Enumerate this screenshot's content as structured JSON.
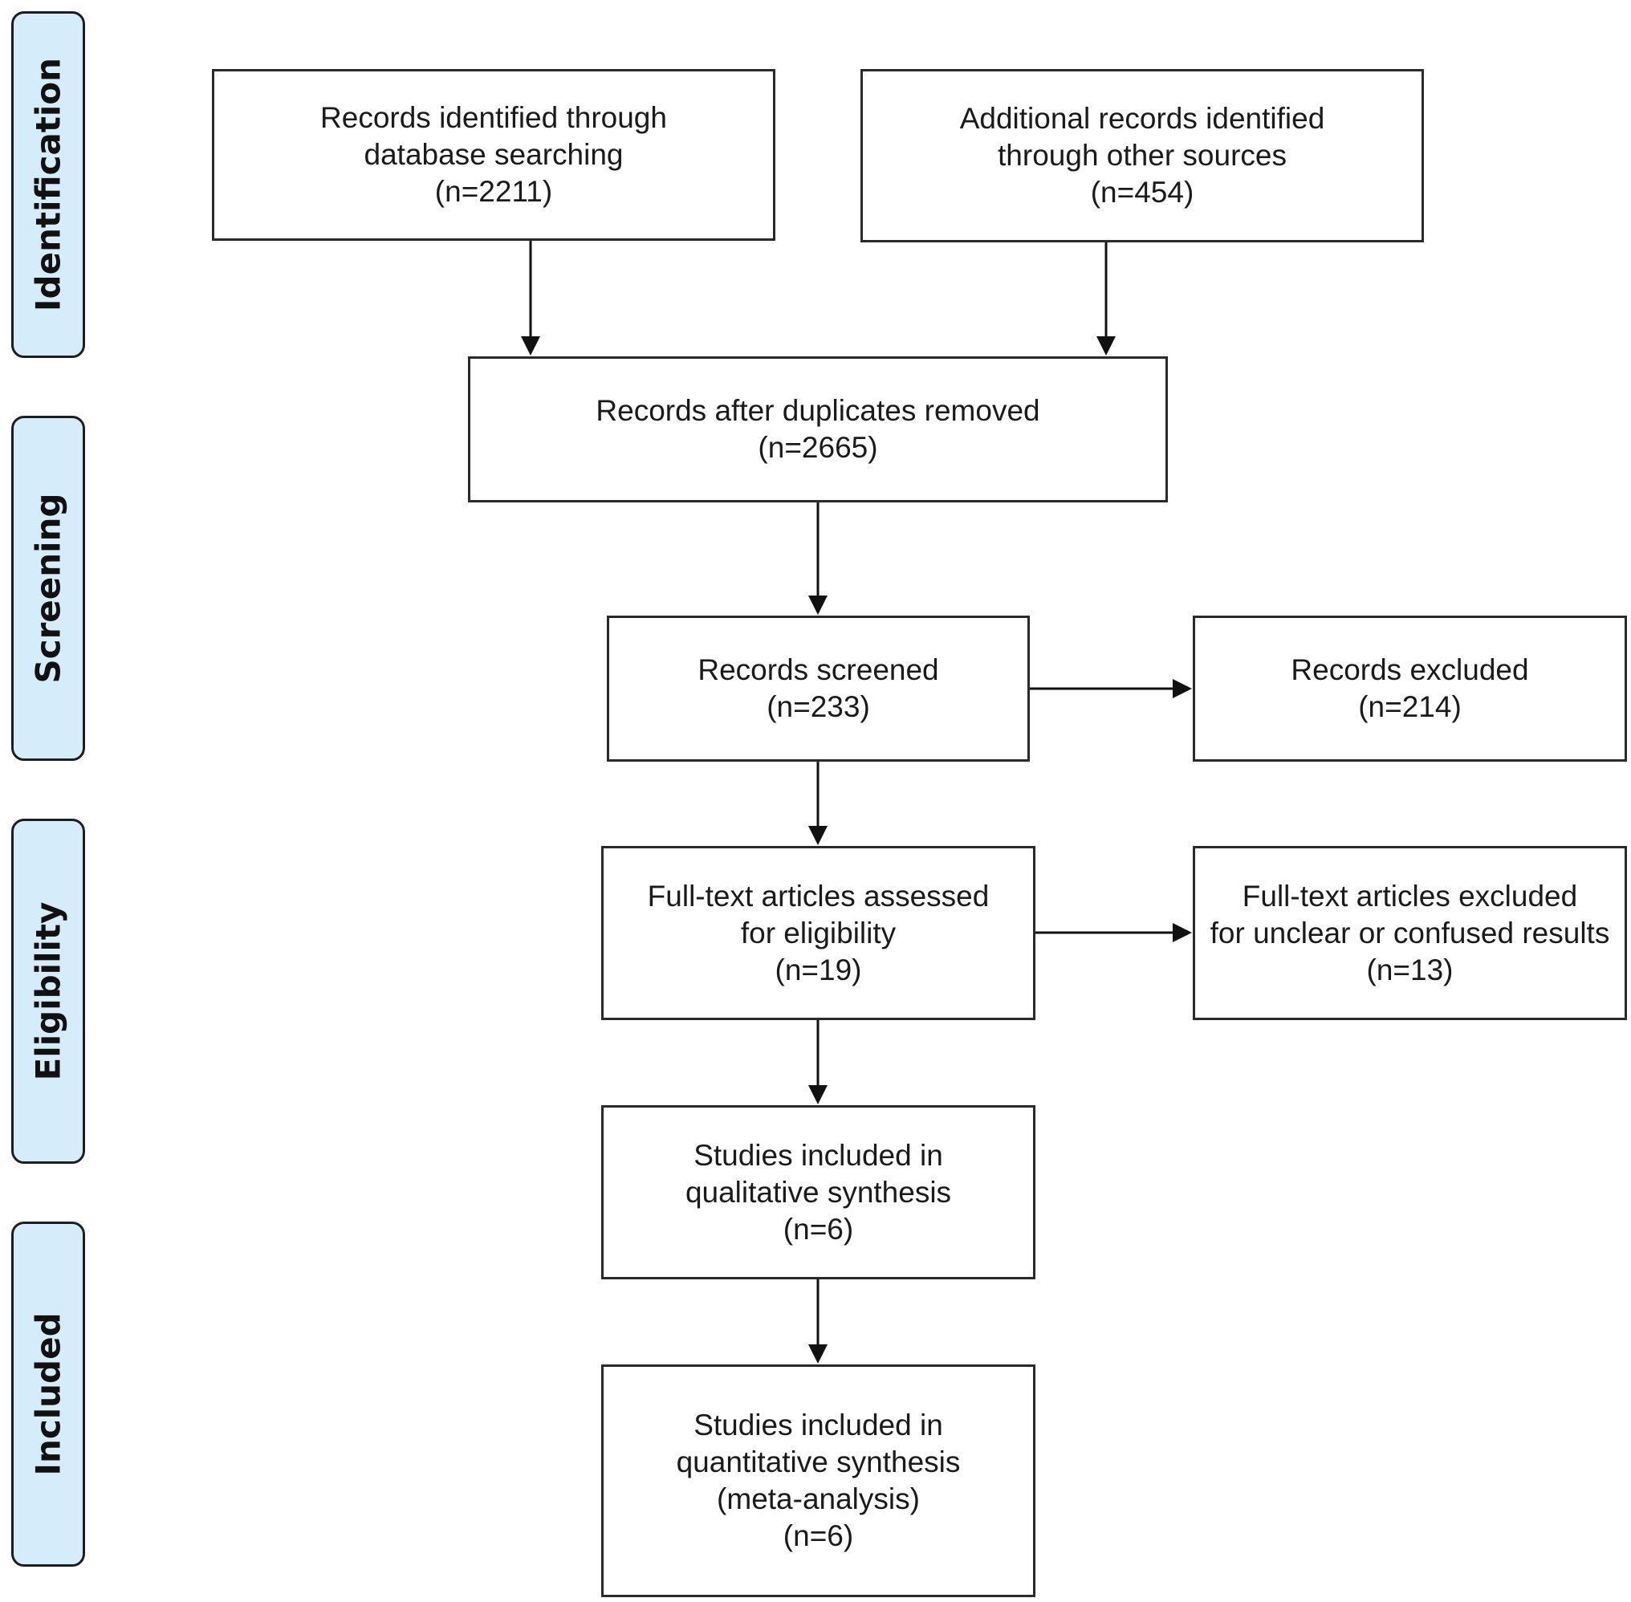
{
  "stages": {
    "identification": "Identification",
    "screening": "Screening",
    "eligibility": "Eligibility",
    "included": "Included"
  },
  "boxes": {
    "database": {
      "line1": "Records identified through",
      "line2": "database searching",
      "count": "(n=2211)"
    },
    "other_sources": {
      "line1": "Additional records identified",
      "line2": "through other sources",
      "count": "(n=454)"
    },
    "after_duplicates": {
      "line1": "Records after duplicates removed",
      "count": "(n=2665)"
    },
    "screened": {
      "line1": "Records screened",
      "count": "(n=233)"
    },
    "excluded": {
      "line1": "Records excluded",
      "count": "(n=214)"
    },
    "full_text_assessed": {
      "line1": "Full-text articles assessed",
      "line2": "for eligibility",
      "count": "(n=19)"
    },
    "full_text_excluded": {
      "line1": "Full-text articles excluded",
      "line2": "for unclear or confused results",
      "count": "(n=13)"
    },
    "qualitative": {
      "line1": "Studies included in",
      "line2": "qualitative synthesis",
      "count": "(n=6)"
    },
    "quantitative": {
      "line1": "Studies included in",
      "line2": "quantitative synthesis",
      "line3": "(meta-analysis)",
      "count": "(n=6)"
    }
  },
  "colors": {
    "stage_fill": "#d5ecfb",
    "border": "#1e1e1e",
    "arrow": "#111111"
  }
}
